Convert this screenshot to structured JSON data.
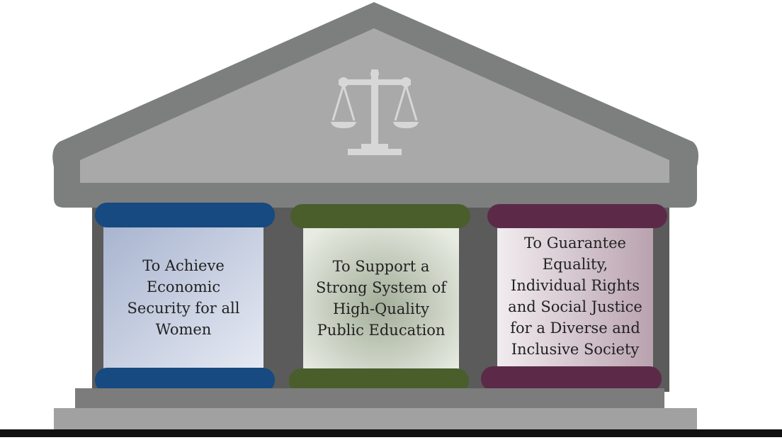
{
  "pillars": [
    {
      "text": "To Achieve\nEconomic\nSecurity for all\nWomen",
      "color": "#164a80"
    },
    {
      "text": "To Support a\nStrong System of\nHigh-Quality\nPublic Education",
      "color": "#4a5e2c"
    },
    {
      "text": "To Guarantee\nEquality,\nIndividual Rights\nand Social Justice\nfor a Diverse and\nInclusive Society",
      "color": "#5c2a48"
    }
  ],
  "icon": "scales-of-justice-icon",
  "colors": {
    "roof_outer": "#7d7e7e",
    "roof_inner": "#a9a9a9",
    "back_wall": "#5a5b5a",
    "base": "#8f8f8f",
    "ground": "#111111"
  }
}
